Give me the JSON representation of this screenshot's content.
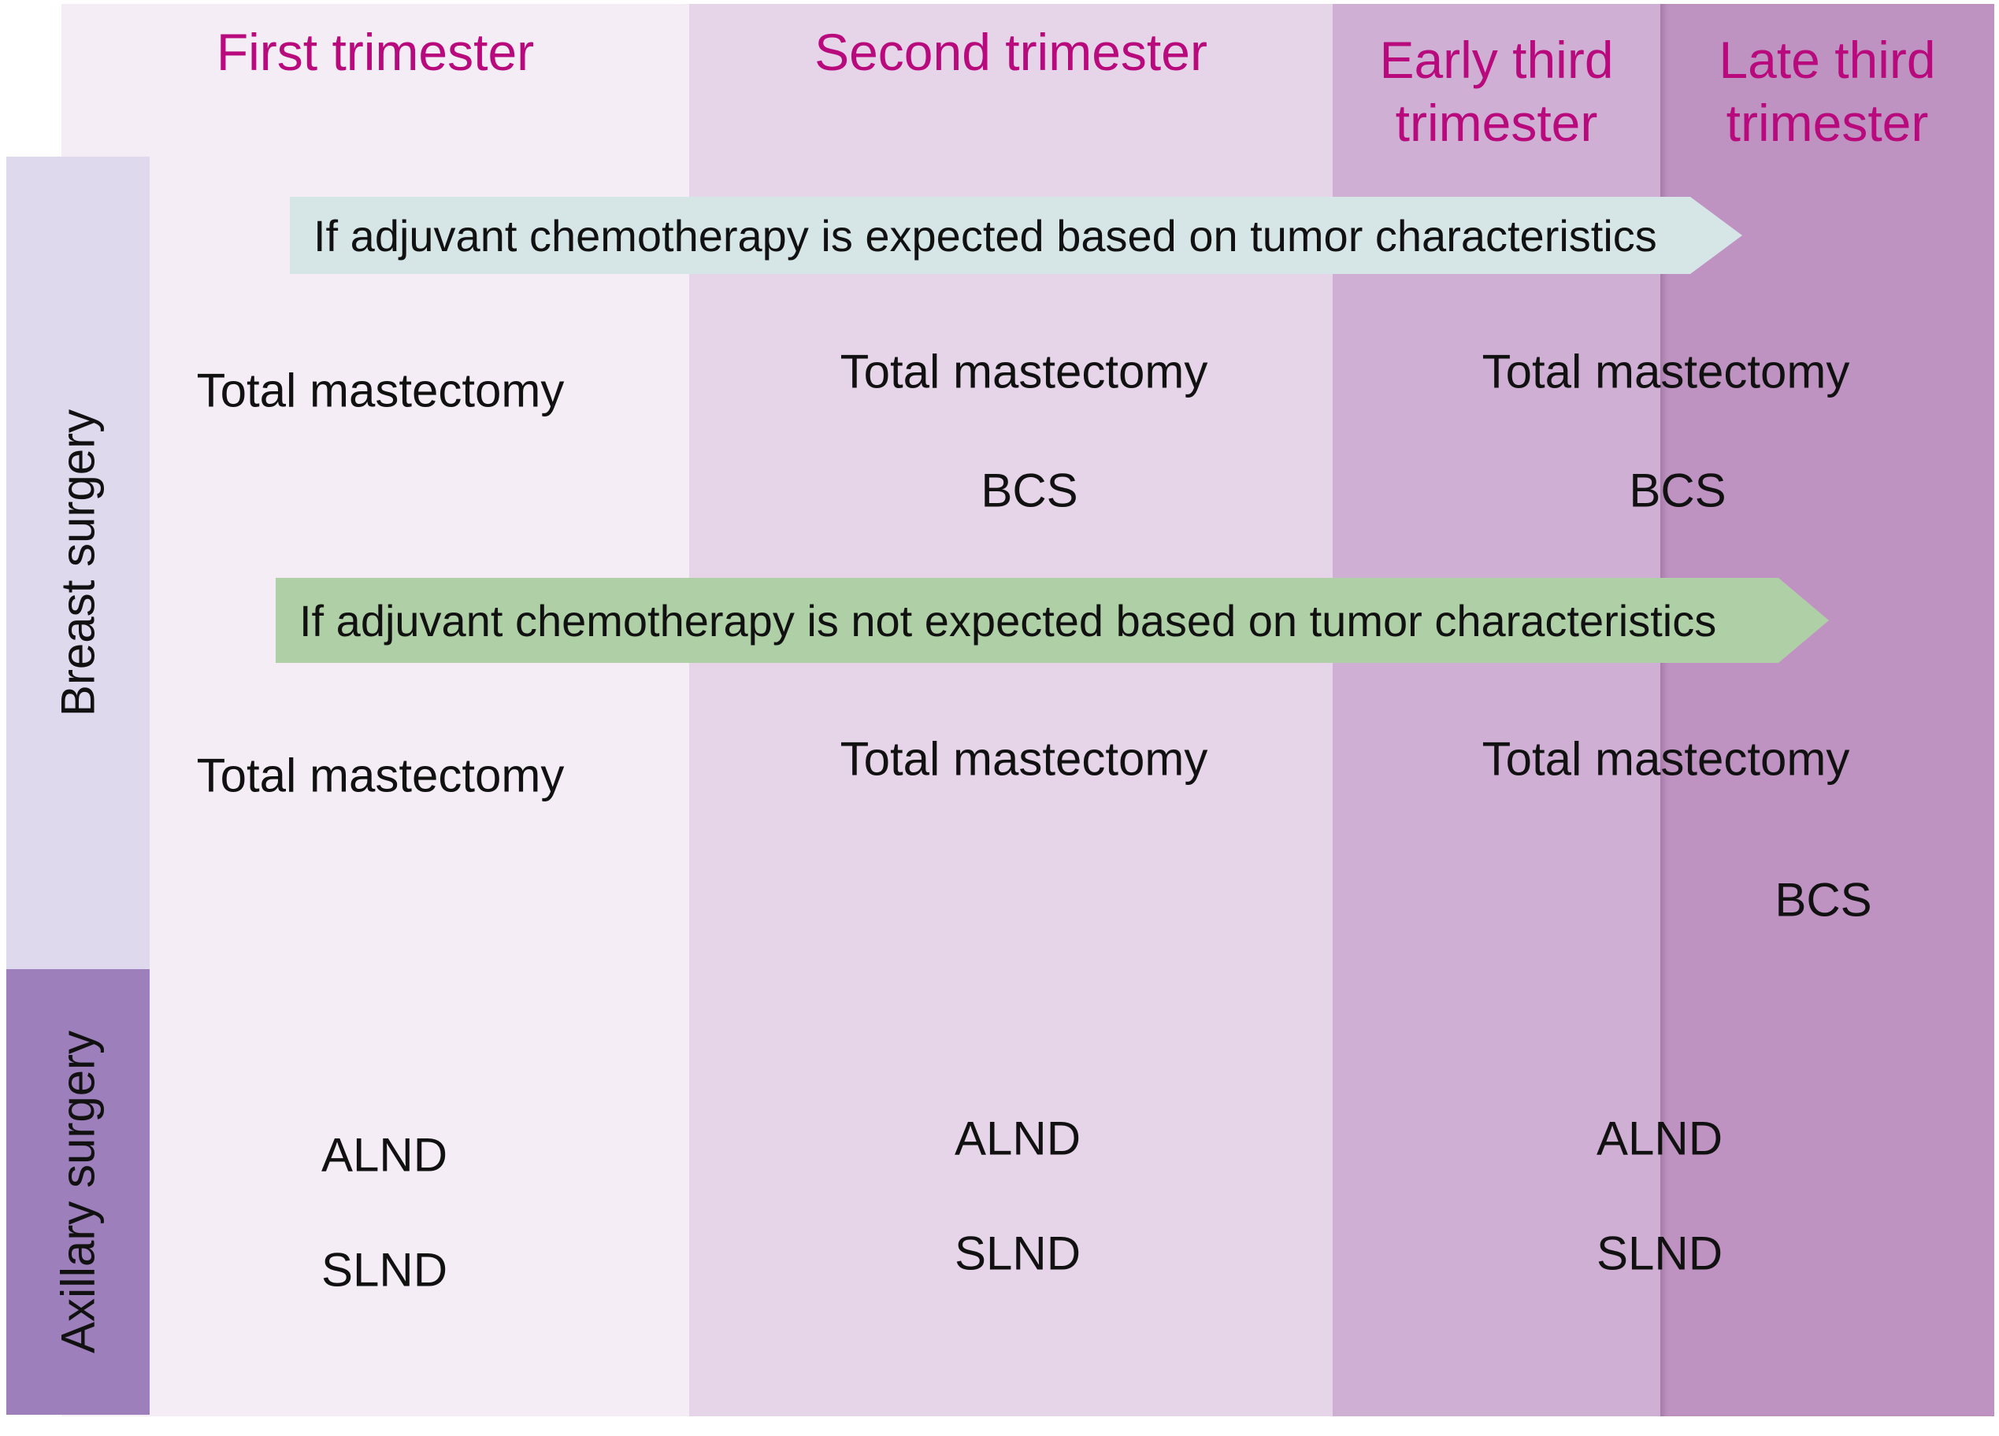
{
  "columns": [
    {
      "id": "first-trimester",
      "label": "First trimester",
      "color": "#f4edf5"
    },
    {
      "id": "second-trimester",
      "label": "Second trimester",
      "color": "#e6d4e8"
    },
    {
      "id": "early-third-trimester",
      "label": "Early third\ntrimester",
      "color": "#cfafd4"
    },
    {
      "id": "late-third-trimester",
      "label": "Late third\ntrimester",
      "color": "#bf93c1"
    }
  ],
  "header_color": "#b80a7c",
  "row_groups": [
    {
      "id": "breast-surgery",
      "label": "Breast surgery",
      "color": "#ded9ed"
    },
    {
      "id": "axillary-surgery",
      "label": "Axillary surgery",
      "color": "#9d80bb"
    }
  ],
  "banners": [
    {
      "id": "chemo-expected",
      "text": "If adjuvant chemotherapy is expected based on tumor characteristics",
      "color": "#d6e5e6"
    },
    {
      "id": "chemo-not-expected",
      "text": "If adjuvant chemotherapy is not expected based on tumor characteristics",
      "color": "#afd0a6"
    }
  ],
  "cells": [
    {
      "id": "breast-expected-first-total-mastectomy",
      "label": "Total mastectomy"
    },
    {
      "id": "breast-expected-second-total-mastectomy",
      "label": "Total mastectomy"
    },
    {
      "id": "breast-expected-third-total-mastectomy",
      "label": "Total mastectomy"
    },
    {
      "id": "breast-expected-second-bcs",
      "label": "BCS"
    },
    {
      "id": "breast-expected-third-bcs",
      "label": "BCS"
    },
    {
      "id": "breast-notexpected-first-total-mastectomy",
      "label": "Total mastectomy"
    },
    {
      "id": "breast-notexpected-second-total-mastectomy",
      "label": "Total mastectomy"
    },
    {
      "id": "breast-notexpected-third-total-mastectomy",
      "label": "Total mastectomy"
    },
    {
      "id": "breast-notexpected-late-third-bcs",
      "label": "BCS"
    },
    {
      "id": "axillary-first-alnd",
      "label": "ALND"
    },
    {
      "id": "axillary-second-alnd",
      "label": "ALND"
    },
    {
      "id": "axillary-third-alnd",
      "label": "ALND"
    },
    {
      "id": "axillary-first-slnd",
      "label": "SLND"
    },
    {
      "id": "axillary-second-slnd",
      "label": "SLND"
    },
    {
      "id": "axillary-third-slnd",
      "label": "SLND"
    }
  ]
}
